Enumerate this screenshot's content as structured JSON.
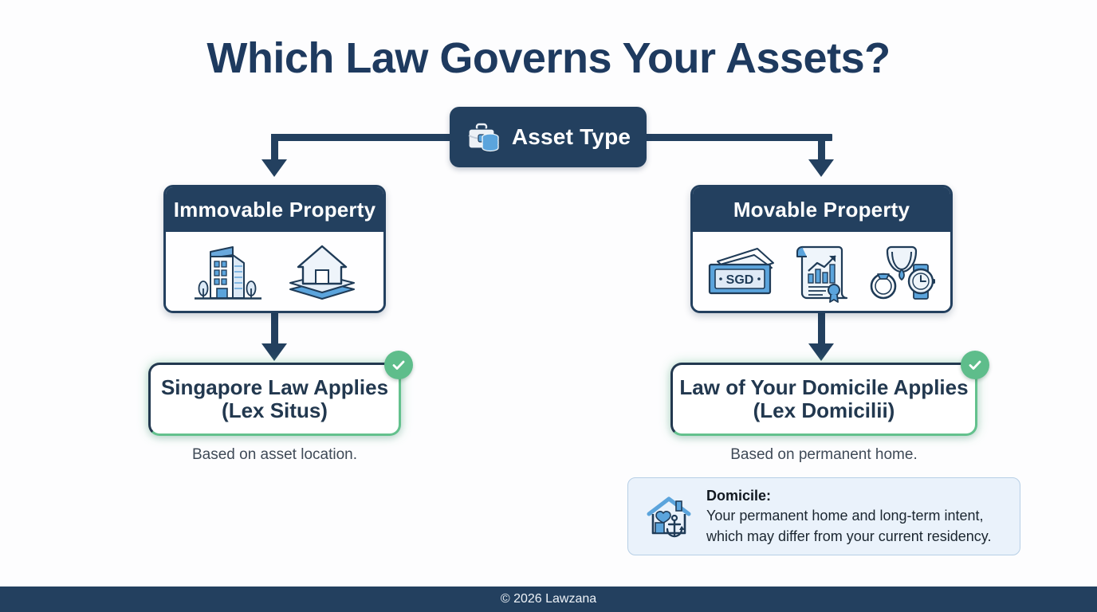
{
  "page": {
    "title": "Which Law Governs Your Assets?",
    "background": "#fdfdfe",
    "navy": "#23405f",
    "green": "#5ebd8b",
    "blue": "#5ba4dc"
  },
  "root": {
    "label": "Asset Type",
    "icon": "briefcase-coins-icon"
  },
  "branches": [
    {
      "id": "immovable",
      "title": "Immovable Property",
      "icons": [
        "office-building-icon",
        "house-on-land-icon"
      ],
      "outcome": {
        "line1": "Singapore Law Applies",
        "line2": "(Lex Situs)",
        "badge": "check-icon"
      },
      "caption": "Based on asset location."
    },
    {
      "id": "movable",
      "title": "Movable Property",
      "icons": [
        "banknotes-sgd-icon",
        "share-certificate-icon",
        "jewellery-watch-icon"
      ],
      "outcome": {
        "line1": "Law of Your Domicile Applies",
        "line2": "(Lex Domicilii)",
        "badge": "check-icon"
      },
      "caption": "Based on permanent home."
    }
  ],
  "callout": {
    "icon": "home-anchor-heart-icon",
    "term": "Domicile:",
    "body_line1": "Your permanent home and long-term intent,",
    "body_line2": "which may differ from your current residency."
  },
  "banknote": {
    "currency": "SGD"
  },
  "footer": {
    "copyright": "© 2026 Lawzana"
  }
}
